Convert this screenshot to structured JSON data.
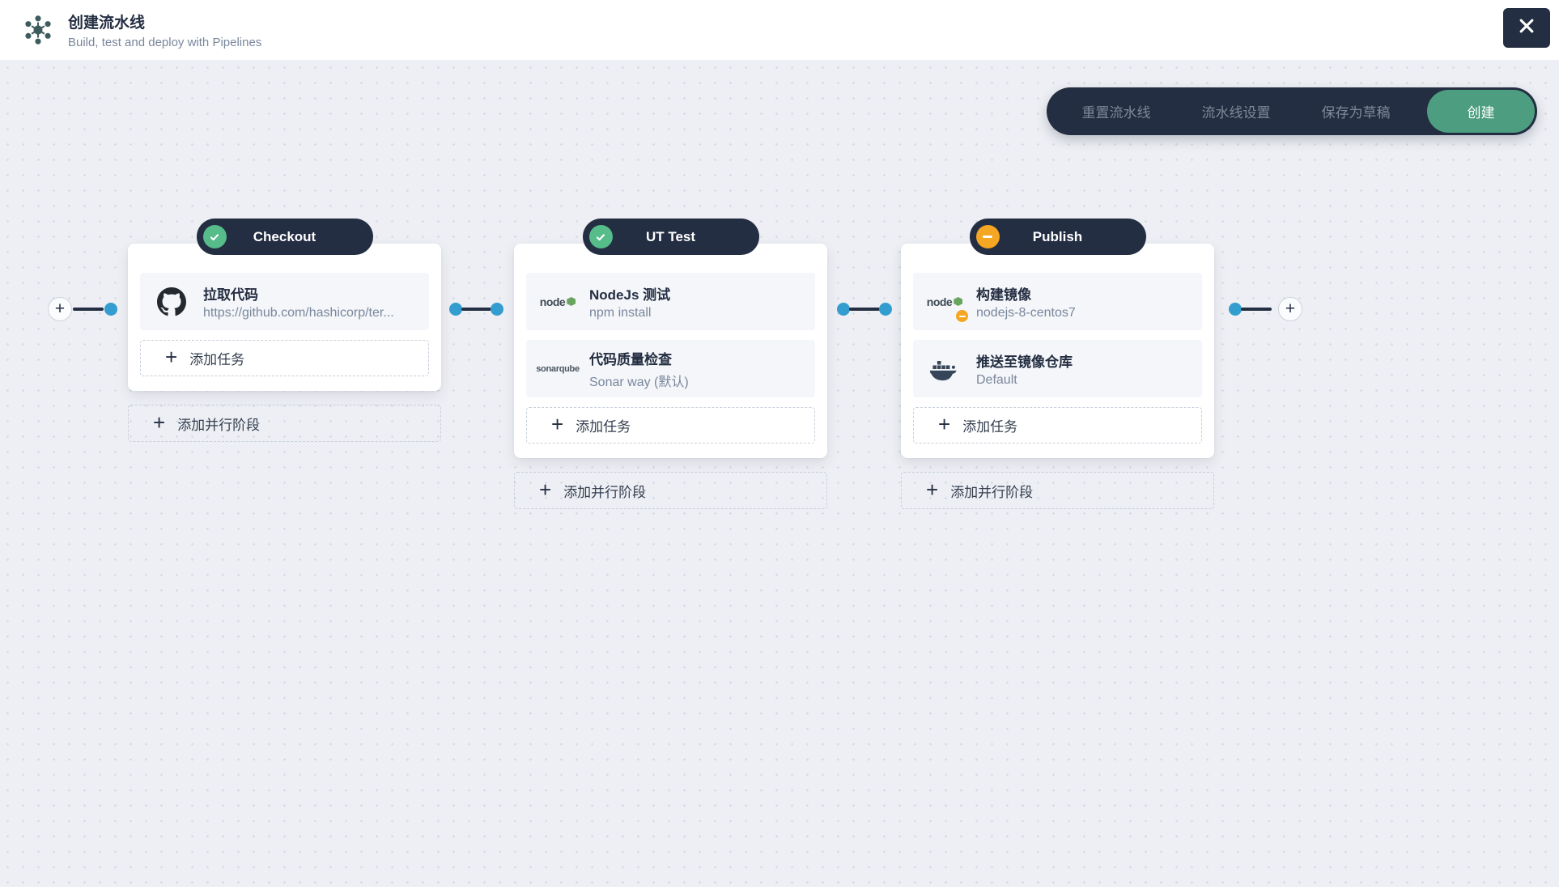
{
  "header": {
    "title": "创建流水线",
    "subtitle": "Build, test and deploy with Pipelines"
  },
  "toolbar": {
    "reset": "重置流水线",
    "settings": "流水线设置",
    "save_draft": "保存为草稿",
    "create": "创建"
  },
  "logos": {
    "node": "node",
    "sonarqube": "sonarqube"
  },
  "canvas": {
    "stages": [
      {
        "name": "Checkout",
        "status": "success",
        "tasks": [
          {
            "icon": "github-icon",
            "title": "拉取代码",
            "subtitle": "https://github.com/hashicorp/ter..."
          }
        ],
        "add_task": "添加任务",
        "add_parallel": "添加并行阶段"
      },
      {
        "name": "UT Test",
        "status": "success",
        "tasks": [
          {
            "icon": "nodejs-icon",
            "title": "NodeJs 测试",
            "subtitle": "npm install"
          },
          {
            "icon": "sonarqube-icon",
            "title": "代码质量检查",
            "subtitle": "Sonar way (默认)"
          }
        ],
        "add_task": "添加任务",
        "add_parallel": "添加并行阶段"
      },
      {
        "name": "Publish",
        "status": "pending",
        "tasks": [
          {
            "icon": "nodejs-icon",
            "badge": "pending",
            "title": "构建镜像",
            "subtitle": "nodejs-8-centos7"
          },
          {
            "icon": "docker-icon",
            "title": "推送至镜像仓库",
            "subtitle": "Default"
          }
        ],
        "add_task": "添加任务",
        "add_parallel": "添加并行阶段"
      }
    ]
  },
  "colors": {
    "dark": "#242e42",
    "accent_green": "#55bc8a",
    "create_green": "#4d9e80",
    "warning_orange": "#f5a623",
    "connector_blue": "#329dce",
    "text_muted": "#79879c",
    "canvas_bg": "#edeff4"
  }
}
